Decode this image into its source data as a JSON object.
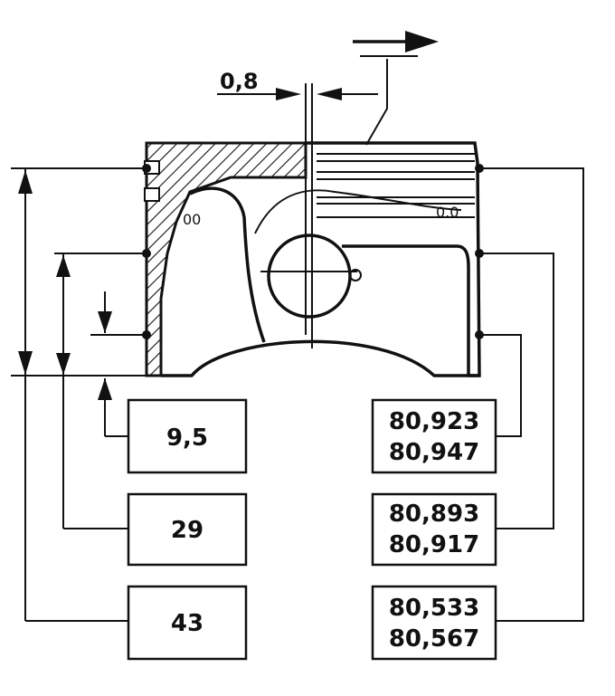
{
  "top_clearance": "0,8",
  "piston_mark": "00",
  "piston_mark_2": "0.0",
  "heights": [
    {
      "value": "9,5"
    },
    {
      "value": "29"
    },
    {
      "value": "43"
    }
  ],
  "diameters": [
    {
      "min": "80,923",
      "max": "80,947"
    },
    {
      "min": "80,893",
      "max": "80,917"
    },
    {
      "min": "80,533",
      "max": "80,567"
    }
  ]
}
